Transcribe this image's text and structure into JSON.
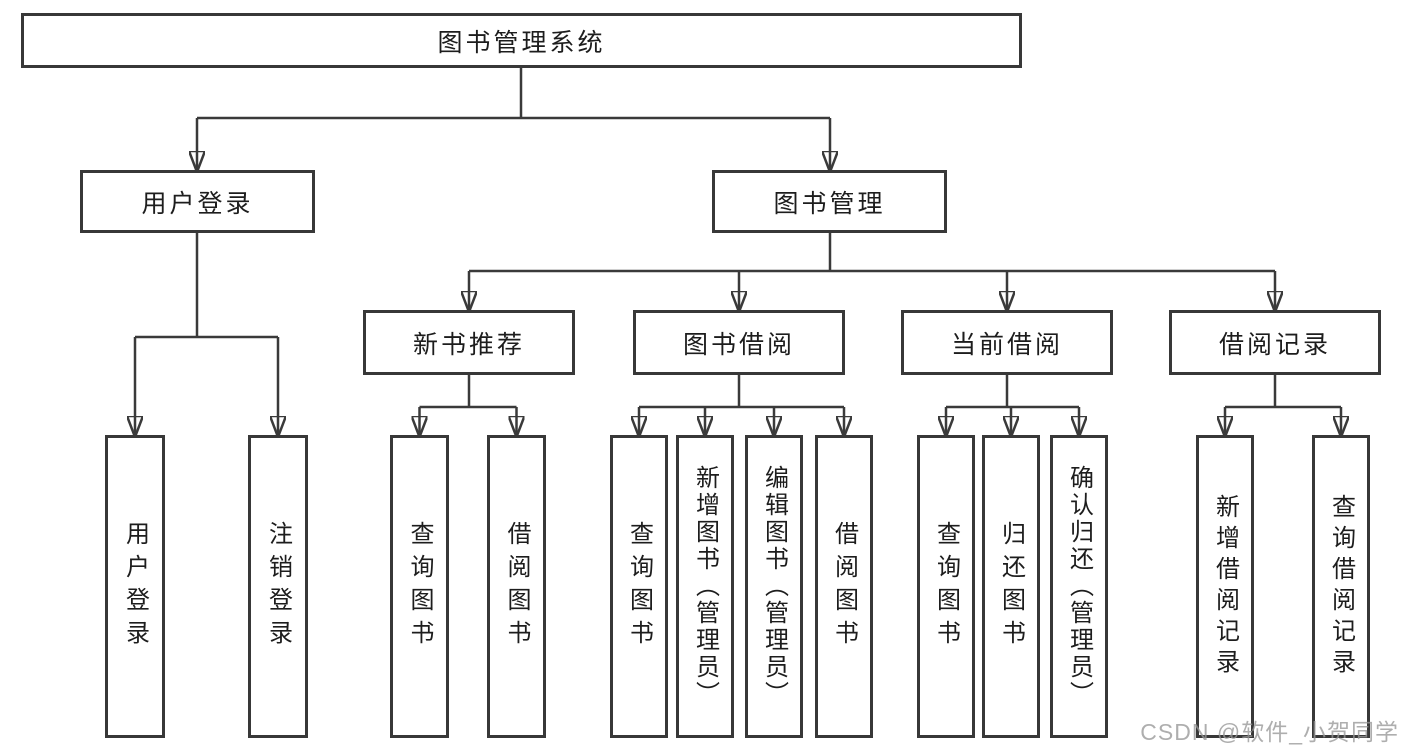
{
  "diagram": {
    "root": {
      "label": "图书管理系统"
    },
    "level2": [
      {
        "label": "用户登录"
      },
      {
        "label": "图书管理"
      }
    ],
    "level3": [
      {
        "label": "新书推荐"
      },
      {
        "label": "图书借阅"
      },
      {
        "label": "当前借阅"
      },
      {
        "label": "借阅记录"
      }
    ],
    "level4": {
      "login": [
        "用户登录",
        "注销登录"
      ],
      "recommend": [
        "查询图书",
        "借阅图书"
      ],
      "borrow": [
        "查询图书",
        "新增图书（管理员）",
        "编辑图书（管理员）",
        "借阅图书"
      ],
      "current": [
        "查询图书",
        "归还图书",
        "确认归还（管理员）"
      ],
      "records": [
        "新增借阅记录",
        "查询借阅记录"
      ]
    }
  },
  "watermark": {
    "text": "CSDN @软件_小贺同学"
  },
  "colors": {
    "line": "#3a3a3a",
    "box_border": "#383838",
    "text": "#1d1d1d",
    "background": "#ffffff",
    "watermark": "#979797"
  }
}
